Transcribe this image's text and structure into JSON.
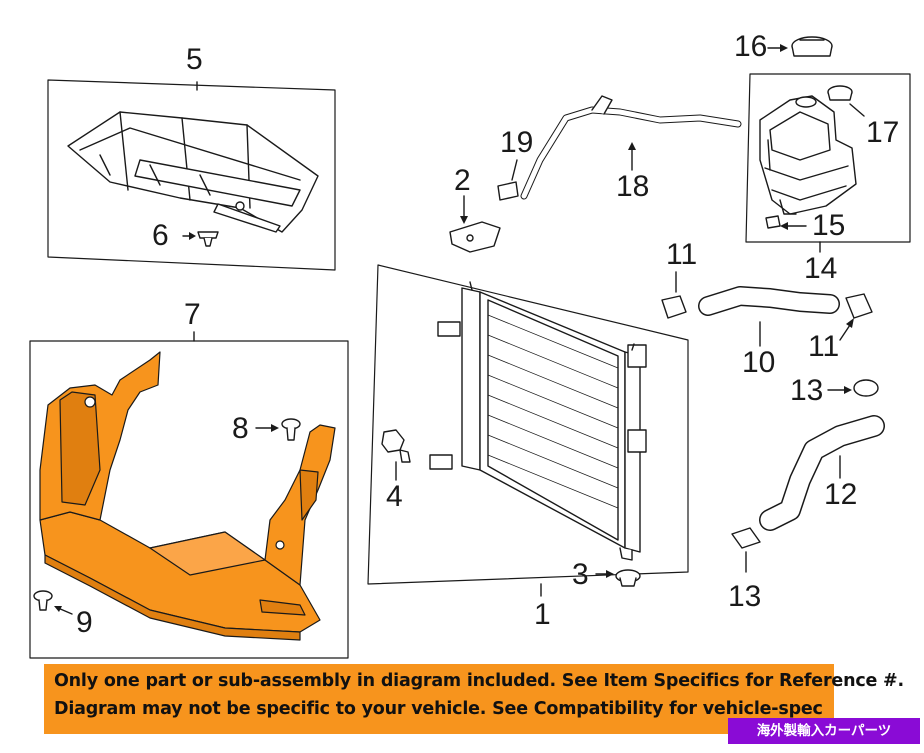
{
  "callouts": {
    "c1": "1",
    "c2": "2",
    "c3": "3",
    "c4": "4",
    "c5": "5",
    "c6": "6",
    "c7": "7",
    "c8": "8",
    "c9": "9",
    "c10": "10",
    "c11a": "11",
    "c11b": "11",
    "c12": "12",
    "c13a": "13",
    "c13b": "13",
    "c14": "14",
    "c15": "15",
    "c16": "16",
    "c17": "17",
    "c18": "18",
    "c19": "19"
  },
  "banner": {
    "line1": "Only one part or sub-assembly in diagram included. See Item Specifics for Reference #.",
    "line2": "Diagram may not be specific to your vehicle. See Compatibility for vehicle-spec"
  },
  "tag": "海外製輸入カーパーツ",
  "colors": {
    "highlight": "#f7941d",
    "tag_bg": "#8a0bd6",
    "line": "#1a1a1a"
  }
}
